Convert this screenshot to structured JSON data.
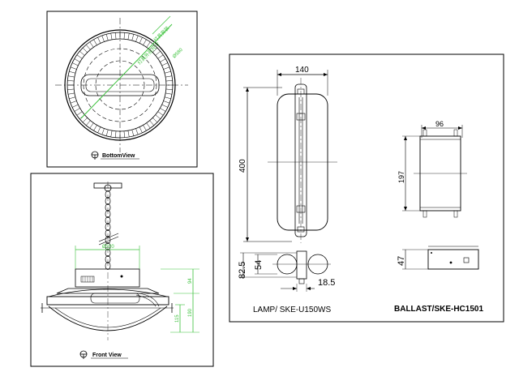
{
  "bottom_view": {
    "label": "BottomView",
    "note_green_1": "灯具外形尺寸",
    "note_green_2": "灯具安装",
    "dim_green": "Ø580"
  },
  "front_view": {
    "label": "Front View",
    "dim_top_green": "Ø320",
    "dim_side_1": "94",
    "dim_side_2": "190",
    "dim_side_3": "115"
  },
  "lamp": {
    "title": "LAMP/ SKE-U150WS",
    "dim_width": "140",
    "dim_height": "400",
    "dim_base_outer": "82.5",
    "dim_base_inner": "54",
    "dim_pin": "18.5"
  },
  "ballast": {
    "title": "BALLAST/SKE-HC1501",
    "dim_width": "96",
    "dim_height": "197",
    "dim_depth": "47"
  },
  "colors": {
    "line": "#000000",
    "accent_green": "#3cc23c"
  }
}
